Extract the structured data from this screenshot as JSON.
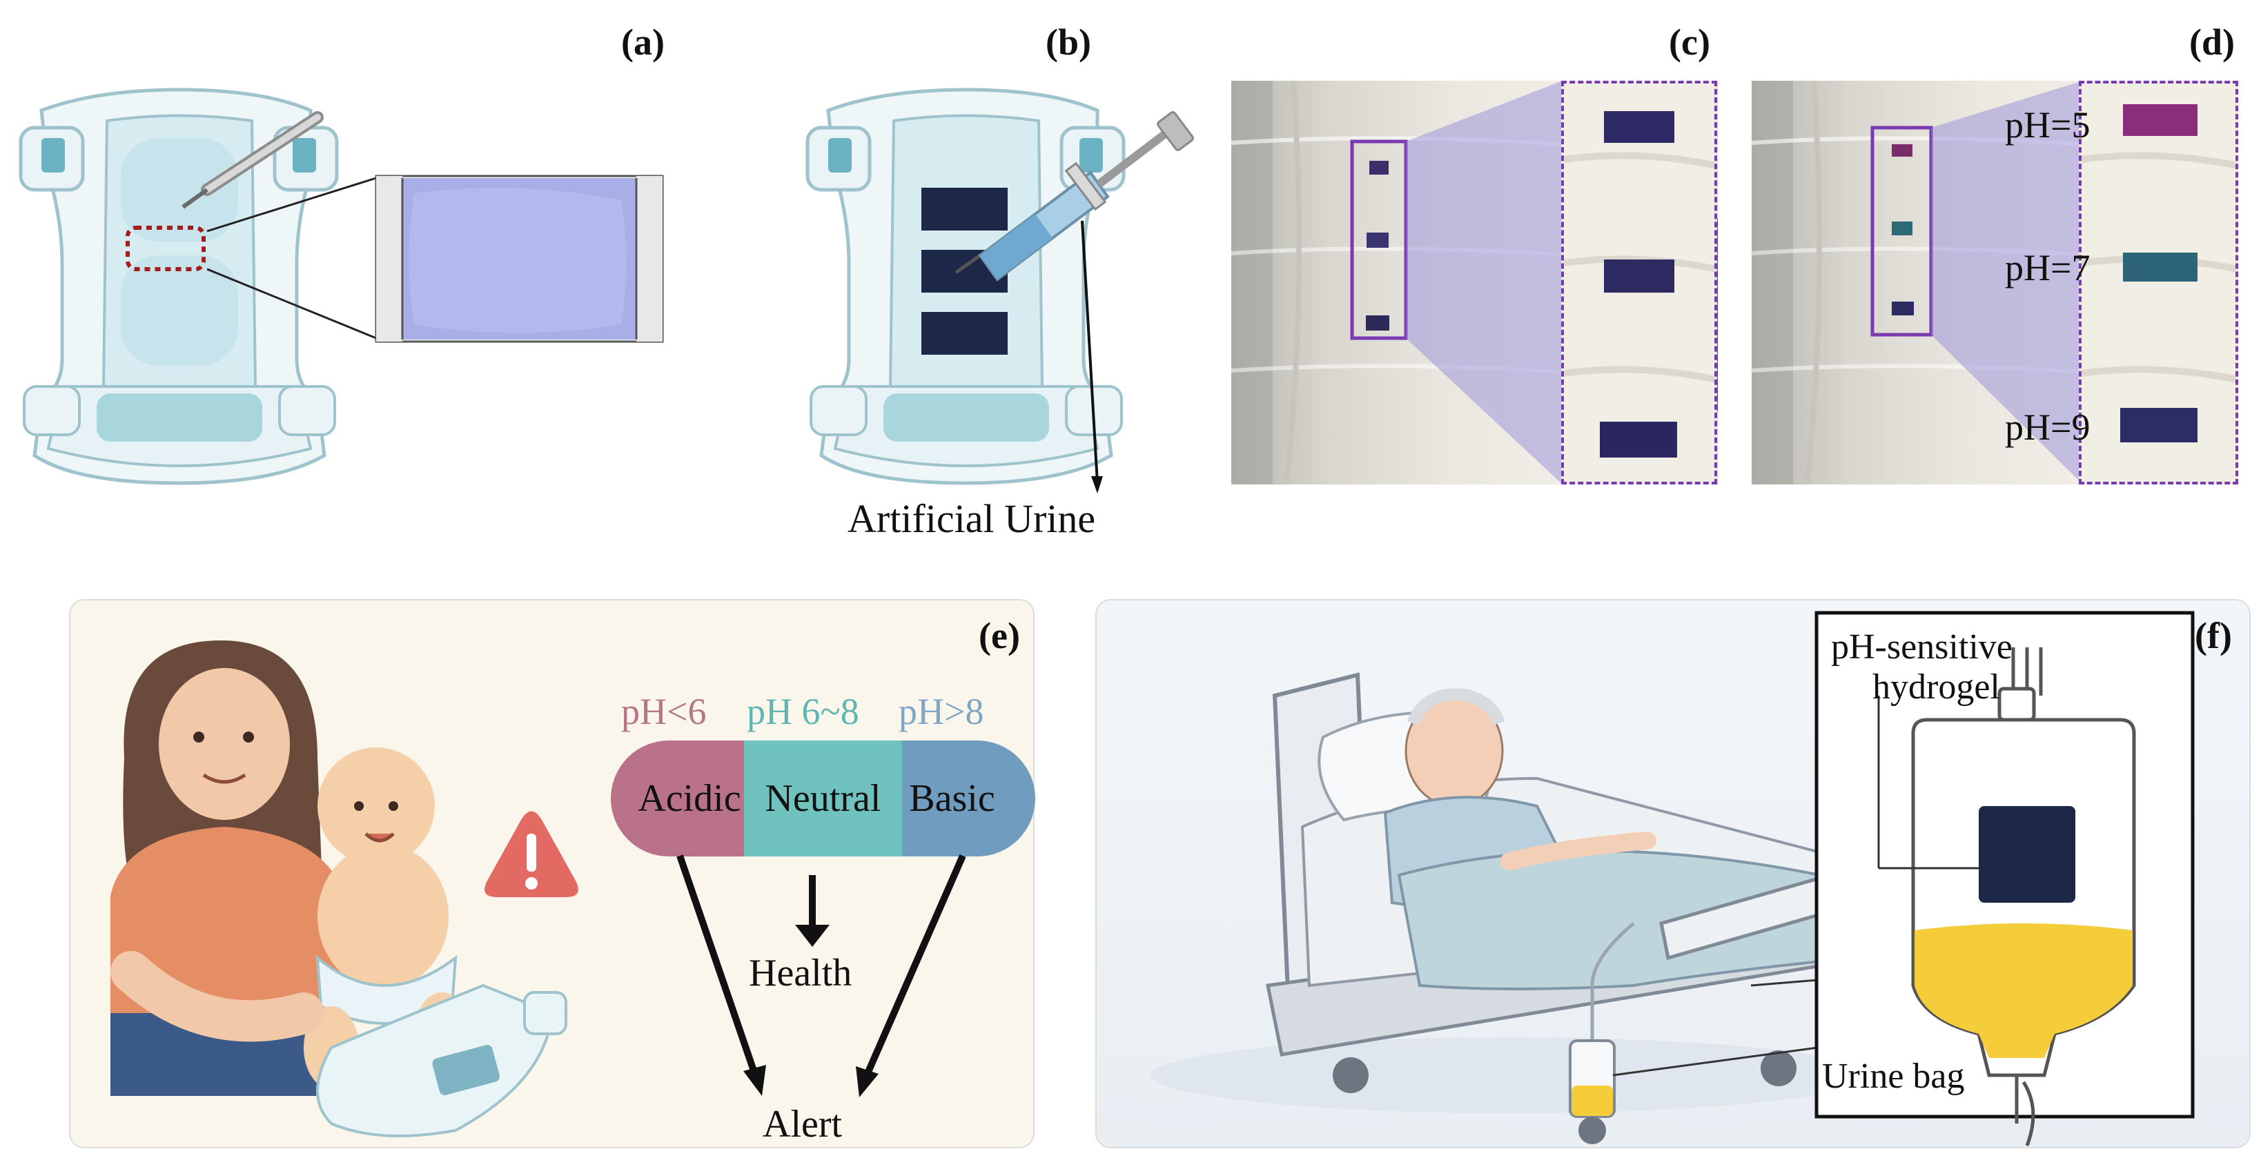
{
  "panels": {
    "a": {
      "label": "(a)"
    },
    "b": {
      "label": "(b)",
      "caption": "Artificial Urine"
    },
    "c": {
      "label": "(c)"
    },
    "d": {
      "label": "(d)",
      "ph_labels": [
        "pH=5",
        "pH=7",
        "pH=9"
      ]
    },
    "e": {
      "label": "(e)",
      "ranges": [
        "pH<6",
        "pH 6~8",
        "pH>8"
      ],
      "categories": [
        "Acidic",
        "Neutral",
        "Basic"
      ],
      "health": "Health",
      "alert": "Alert"
    },
    "f": {
      "label": "(f)",
      "hydrogel_label_line1": "pH-sensitive",
      "hydrogel_label_line2": "hydrogel",
      "bag_label": "Urine bag"
    }
  },
  "colors": {
    "hydrogel_dark": "#1d2747",
    "acidic": "#b9728a",
    "neutral": "#6fc2bd",
    "basic": "#6f9cbf",
    "acidic_text": "#b5768a",
    "neutral_text": "#5fb5b0",
    "basic_text": "#7fa6c6",
    "urine": "#f5cc3a",
    "frame_purple": "#7a3bb0",
    "diaper_teal": "#a9d5dc"
  }
}
